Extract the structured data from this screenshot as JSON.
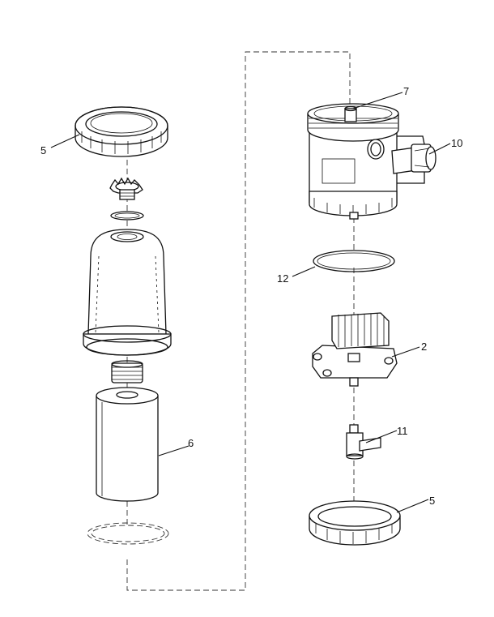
{
  "callouts": {
    "part_5_top": "5",
    "part_6": "6",
    "part_7": "7",
    "part_10": "10",
    "part_12": "12",
    "part_2": "2",
    "part_11": "11",
    "part_5_bottom": "5"
  }
}
